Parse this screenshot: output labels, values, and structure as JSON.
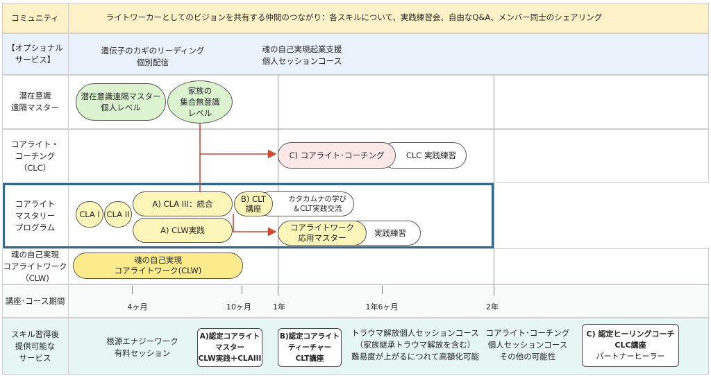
{
  "rows": {
    "community": "コミュニティ",
    "optional": "【オプショナル\nサービス】",
    "subconscious": "潜在意識\n遠隔マスター",
    "clc": "コアライト・\nコーチング\n（CLC）",
    "mastery": "コアライト\nマスタリー\nプログラム",
    "clw": "魂の自己実現\nコアライトワーク\n（CLW)",
    "period": "講座･コース期間",
    "skills": "スキル習得後\n提供可能な\nサービス"
  },
  "community_text": "ライトワーカーとしてのビジョンを共有する仲間のつながり：各スキルについて、実践練習会、自由なQ&A、メンバー同士のシェアリング",
  "optional": {
    "reading": "遺伝子のカギのリーディング\n個別配信",
    "startup": "魂の自己実現起業支援\n個人セッションコース"
  },
  "subconscious": {
    "individual": "潜在意識遠隔マスター\n個人レベル",
    "family": "家族の\n集合無意識\nレベル"
  },
  "clc": {
    "coaching": "C) コアライト･コーチング",
    "practice": "CLC 実践練習"
  },
  "mastery": {
    "cla1": "CLA I",
    "cla2": "CLA II",
    "cla3": "A) CLA III：統合",
    "clw_practice": "A) CLW実践",
    "clt": "B) CLT\n講座",
    "katakamuna": "カタカムナの学び\n＆CLT実践交流",
    "applied": "コアライトワーク\n応用マスター",
    "applied_practice": "実践練習"
  },
  "clw": {
    "course": "魂の自己実現\nコアライトワーク(CLW)"
  },
  "period": {
    "ticks": [
      "4ヶ月",
      "10ヶ月",
      "1年",
      "1年6ヶ月",
      "2年"
    ]
  },
  "skills": {
    "energy": "根源エナジーワーク\n有料セッション",
    "box_a": {
      "title": "A)認定コアライト\nマスター",
      "sub": "CLW実践＋CLAIII"
    },
    "box_b": {
      "title": "B)認定コアライト\nティーチャー",
      "sub": "CLT講座"
    },
    "trauma": "トラウマ解放個人セッションコース\n（家族継承トラウマ解放を含む）\n難易度が上がるにつれて高額化可能",
    "coaching": "コアライト･コーチング\n個人セッションコース\nその他の可能性",
    "box_c": {
      "title": "C) 認定ヒーリングコーチ\nCLC講座",
      "sub": "パートナーヒーラー"
    }
  },
  "colors": {
    "community_bg": "#fdf1c8",
    "optional_bg": "#e9f1fb",
    "period_bg": "#f7fbfa",
    "skills_bg": "#e6f6f2",
    "green_pill": "#dcf3d0",
    "yellow_pill": "#fbf5b8",
    "pink_pill": "#fde8e8",
    "arrow": "#d9442a",
    "mastery_frame": "#2f6a94"
  }
}
